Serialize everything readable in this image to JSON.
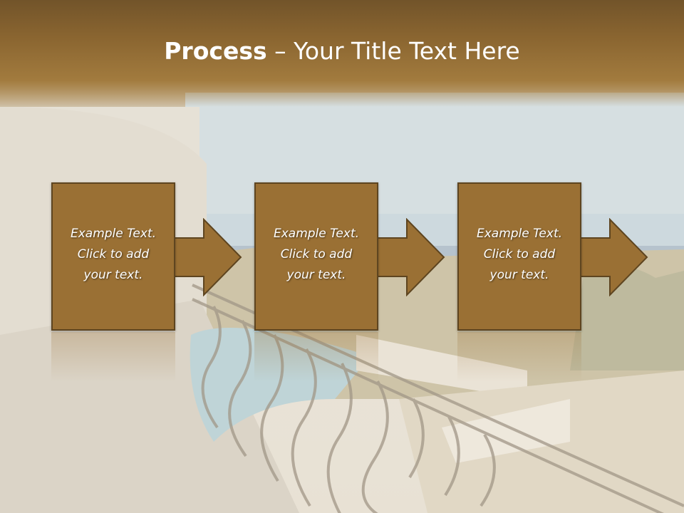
{
  "title": {
    "strong": "Process",
    "rest": " – Your Title Text Here"
  },
  "steps": [
    {
      "line1": "Example Text.",
      "line2": "Click  to add",
      "line3": "your text."
    },
    {
      "line1": "Example Text.",
      "line2": "Click  to add",
      "line3": "your text."
    },
    {
      "line1": "Example Text.",
      "line2": "Click  to add",
      "line3": "your text."
    }
  ],
  "colors": {
    "box_fill": "#9a7034",
    "box_border": "#5e4520",
    "title_band": "#8a6530",
    "text": "#ffffff"
  },
  "icons": [
    "right-arrow-icon"
  ]
}
